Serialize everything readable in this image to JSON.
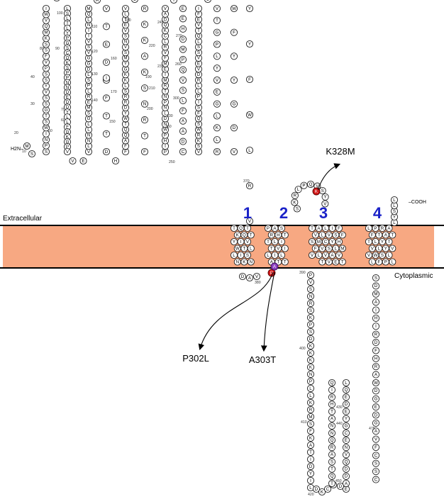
{
  "regions": {
    "extracellular": "Extracellular",
    "cytoplasmic": "Cytoplasmic"
  },
  "termini": {
    "n": "H2N",
    "c": "COOH"
  },
  "helices": [
    "1",
    "2",
    "3",
    "4"
  ],
  "mutations": [
    {
      "label": "K328M",
      "residue": "K"
    },
    {
      "label": "P302L",
      "residue": "P"
    },
    {
      "label": "A303T",
      "residue": "A"
    }
  ],
  "colors": {
    "membrane": "#f7a882",
    "helix_number": "#1a22c8",
    "mutation": "#d41a1a",
    "mutation_alt": "#8a3fbf"
  },
  "numbers": [
    "10",
    "20",
    "30",
    "40",
    "50",
    "60",
    "70",
    "80",
    "90",
    "100",
    "110",
    "120",
    "130",
    "140",
    "150",
    "160",
    "170",
    "180",
    "190",
    "200",
    "210",
    "220",
    "230",
    "240",
    "250",
    "260",
    "270",
    "300",
    "330",
    "360",
    "370",
    "380",
    "390",
    "400",
    "410",
    "420",
    "430",
    "440",
    "450",
    "475"
  ],
  "segments": {
    "u1": "MSSPNIWSTGSSVYSSPVFSSKMQVWI",
    "u2": "LLSLTLYPGSCQKSPPNNDEDDYLLFGKGPVEVGDRSWIL",
    "u3": "VLNNLLGSMERLPSLDGGVSVIINLQMAVTEDYFTTD",
    "u4": "IHFFAQQTWYDRRSLKKGYMSVNSVETLVLRKKAKSNRTF",
    "u5": "PIHPWNDLNPNTRMIEMFVRLCKQDAVTEEHDMPQVSLFAADC",
    "u6": "VSKRWSQFSIPLLRDVEVSSLQTVEFILVTGPLYVEGLKLR",
    "tail": "VDGYYFW",
    "tm1": "TQTTQKYIVLTWLISNKN",
    "l12": "DAV",
    "tm2": "PASTHRTLIIVTLILTTAG",
    "l23": "SKRLPQVSYV",
    "tm3": "TALIFFSVLVSMCYHMLSVFVLVAVTEVT",
    "c3": "PVSNRSKPSDKKKKNPLLKRMSFKATIDYIL",
    "c4": "IRKDLCGEYQDLEYGHTCNNQRASTQTCKDDAELVDRRWHKAHIDSVAVSKSRE",
    "tm4": "LPRATATFTLYTVYLVVWSLLPFL",
    "ct": "LYSLLV"
  }
}
